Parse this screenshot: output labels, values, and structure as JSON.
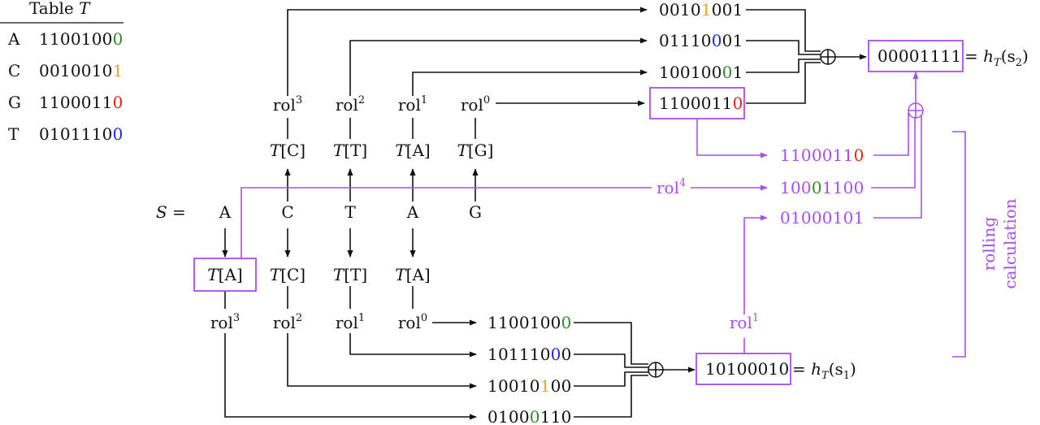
{
  "colors": {
    "purple": "#a64ff0",
    "green": "#2e8b2e",
    "orange": "#f2a21b",
    "red": "#e8231c",
    "blue": "#2525d6",
    "black": "#111111"
  },
  "table": {
    "title": "Table ",
    "title_var": "T",
    "rows": [
      {
        "letter": "A",
        "code": "11001000",
        "last_color": "green"
      },
      {
        "letter": "C",
        "code": "00100101",
        "last_color": "orange"
      },
      {
        "letter": "G",
        "code": "11000110",
        "last_color": "red"
      },
      {
        "letter": "T",
        "code": "01011100",
        "last_color": "blue"
      }
    ]
  },
  "sequence": {
    "label_var": "S",
    "label_eq": " =",
    "chars": [
      "A",
      "C",
      "T",
      "A",
      "G"
    ]
  },
  "top_lookups": [
    "[C]",
    "[T]",
    "[A]",
    "[G]"
  ],
  "bottom_lookups": [
    "[A]",
    "[C]",
    "[T]",
    "[A]"
  ],
  "lookup_var": "T",
  "rol_base": "rol",
  "top_rols": [
    "3",
    "2",
    "1",
    "0"
  ],
  "bottom_rols": [
    "3",
    "2",
    "1",
    "0"
  ],
  "purple_rol4": "4",
  "purple_rol1": "1",
  "top_results": [
    {
      "text": "00101001",
      "hl_index": 4,
      "hl_color": "orange"
    },
    {
      "text": "01110001",
      "hl_index": 5,
      "hl_color": "blue"
    },
    {
      "text": "10010001",
      "hl_index": 6,
      "hl_color": "green"
    },
    {
      "text": "11000110",
      "hl_index": 7,
      "hl_color": "red"
    }
  ],
  "bottom_results": [
    {
      "text": "11001000",
      "hl_index": 7,
      "hl_color": "green"
    },
    {
      "text": "10111000",
      "hl_index": 6,
      "hl_color": "blue"
    },
    {
      "text": "10010100",
      "hl_index": 5,
      "hl_color": "orange"
    },
    {
      "text": "01000110",
      "hl_index": 4,
      "hl_color": "green"
    }
  ],
  "rolling_values": [
    {
      "text": "11000110",
      "hl_index": 7,
      "hl_color": "red"
    },
    {
      "text": "10001100",
      "hl_index": 3,
      "hl_color": "green"
    },
    {
      "text": "01000101",
      "hl_index": -1,
      "hl_color": "purple"
    }
  ],
  "hash_s2": {
    "value": "00001111",
    "label_eq": "= ",
    "label_fn": "h",
    "label_sub": "T",
    "label_arg": "(s",
    "label_idx": "2",
    "label_close": ")"
  },
  "hash_s1": {
    "value": "10100010",
    "label_eq": "= ",
    "label_fn": "h",
    "label_sub": "T",
    "label_arg": "(s",
    "label_idx": "1",
    "label_close": ")"
  },
  "rolling_label": [
    "rolling",
    "calculation"
  ]
}
